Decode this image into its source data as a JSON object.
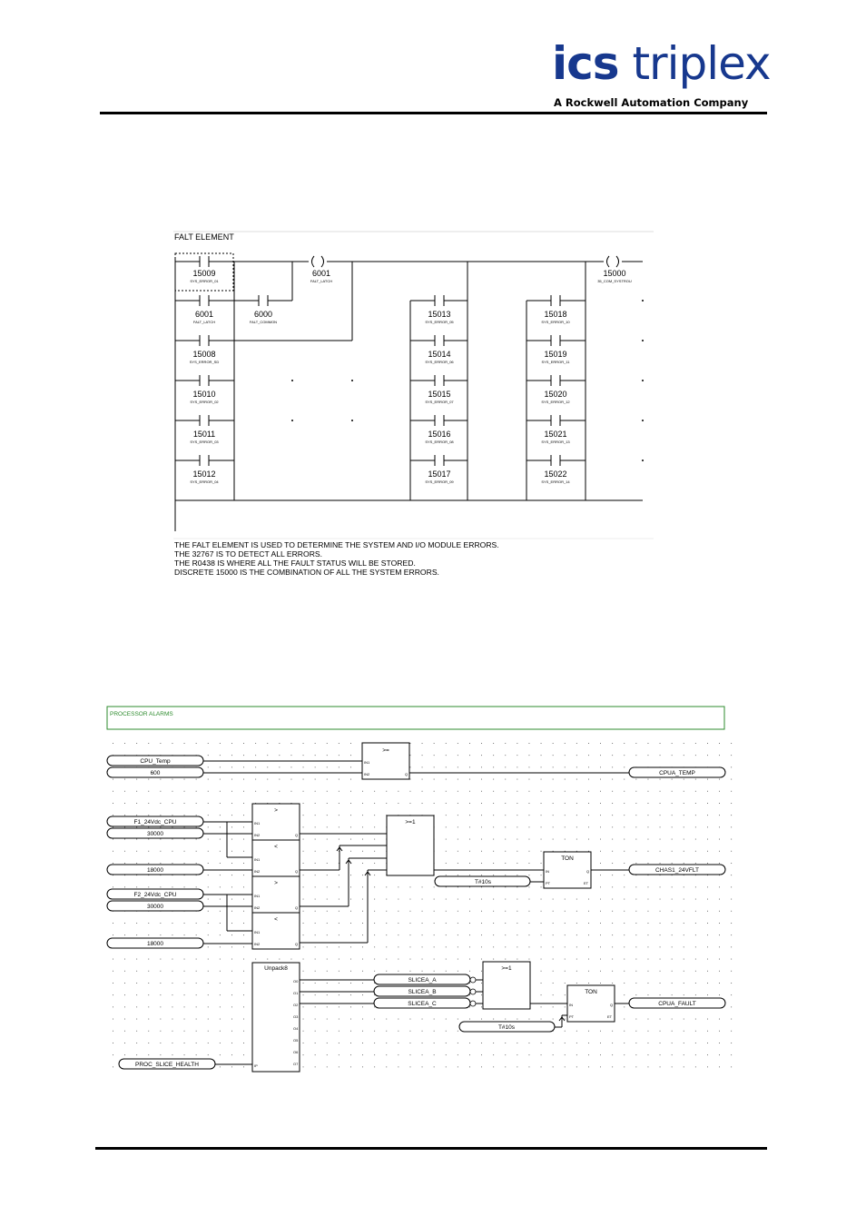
{
  "header": {
    "logo_main_a": "ics",
    "logo_main_b": " triplex",
    "logo_sub": "A Rockwell Automation Company"
  },
  "ladder": {
    "title": "FALT ELEMENT",
    "contacts": [
      {
        "num": "15009",
        "tag": "SYS_ERROR_01"
      },
      {
        "num": "6001",
        "tag": "FALT_LATCH"
      },
      {
        "num": "6000",
        "tag": "FALT_COMMON"
      },
      {
        "num": "15008",
        "tag": "SYS_ERROR_SD"
      },
      {
        "num": "15010",
        "tag": "SYS_ERROR_02"
      },
      {
        "num": "15011",
        "tag": "SYS_ERROR_03"
      },
      {
        "num": "15012",
        "tag": "SYS_ERROR_04"
      },
      {
        "num": "15013",
        "tag": "SYS_ERROR_05"
      },
      {
        "num": "15014",
        "tag": "SYS_ERROR_06"
      },
      {
        "num": "15015",
        "tag": "SYS_ERROR_07"
      },
      {
        "num": "15016",
        "tag": "SYS_ERROR_08"
      },
      {
        "num": "15017",
        "tag": "SYS_ERROR_09"
      },
      {
        "num": "15018",
        "tag": "SYS_ERROR_10"
      },
      {
        "num": "15019",
        "tag": "SYS_ERROR_11"
      },
      {
        "num": "15020",
        "tag": "SYS_ERROR_12"
      },
      {
        "num": "15021",
        "tag": "SYS_ERROR_13"
      },
      {
        "num": "15022",
        "tag": "SYS_ERROR_14"
      }
    ],
    "coils": [
      {
        "num": "6001",
        "tag": "FALT_LATCH"
      },
      {
        "num": "15000",
        "tag": "35_COM_SYSTROU"
      }
    ],
    "comments": [
      "THE FALT ELEMENT IS USED TO DETERMINE THE SYSTEM AND I/O MODULE ERRORS.",
      "THE 32767 IS TO DETECT ALL ERRORS.",
      "THE R0438 IS WHERE ALL THE FAULT STATUS WILL BE STORED.",
      "DISCRETE 15000 IS THE COMBINATION OF ALL THE SYSTEM ERRORS."
    ]
  },
  "fbd": {
    "title": "PROCESSOR ALARMS",
    "title_color": "#2e8b2e",
    "inputs": {
      "cpu_temp": "CPU_Temp",
      "temp_limit": "600",
      "f1": "F1_24Vdc_CPU",
      "f1_hi": "30000",
      "f1_lo": "18000",
      "f2": "F2_24Vdc_CPU",
      "f2_hi": "30000",
      "f2_lo": "18000",
      "t1": "T#10s",
      "t2": "T#10s",
      "slice_health": "PROC_SLICE_HEALTH"
    },
    "outputs": {
      "temp": "CPUA_TEMP",
      "chas": "CHAS1_24VFLT",
      "fault": "CPUA_FAULT"
    },
    "slices": [
      "SLICEA_A",
      "SLICEA_B",
      "SLICEA_C"
    ],
    "blocks": {
      "ge": ">=",
      "gt": ">",
      "lt": "<",
      "or": ">=1",
      "ton": "TON",
      "unpack": "Unpack8"
    },
    "pins": {
      "in1": "IN1",
      "in2": "IN2",
      "q": "Q",
      "in": "IN",
      "pt": "PT",
      "et": "ET",
      "ip": "IP",
      "unpack_outs": [
        "O0",
        "O1",
        "O2",
        "O3",
        "O4",
        "O5",
        "O6",
        "O7"
      ]
    }
  }
}
